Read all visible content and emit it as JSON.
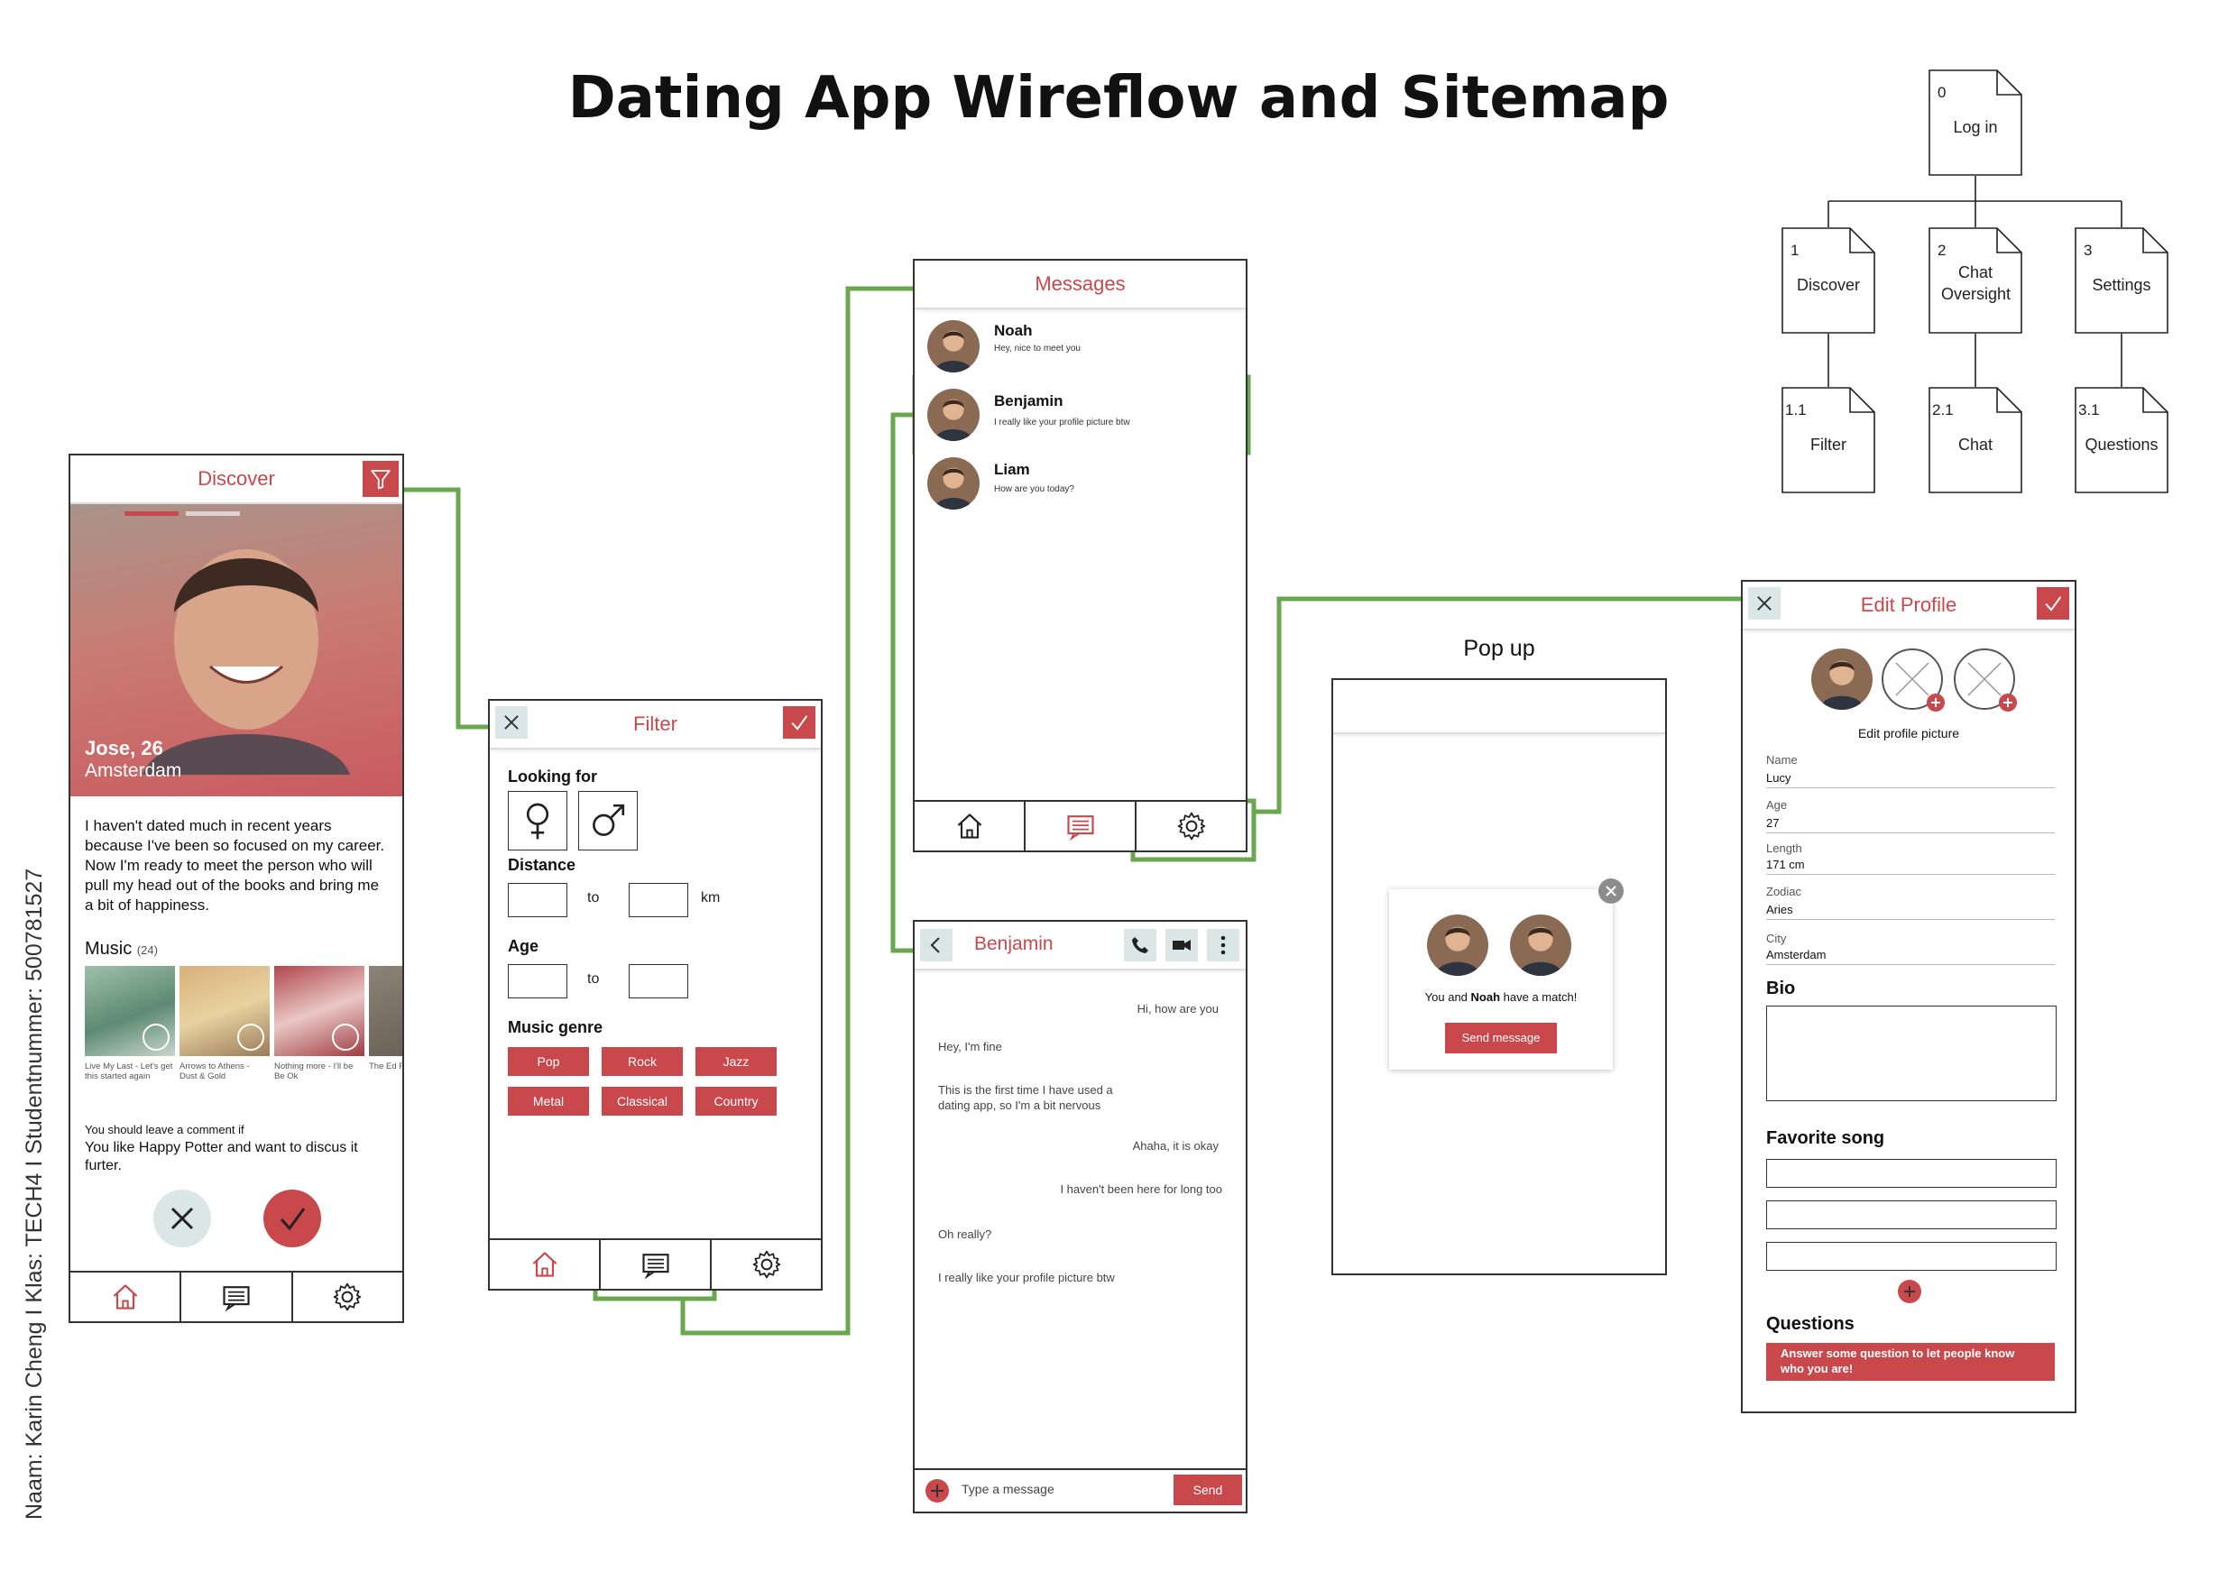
{
  "title": "Dating App Wireflow and Sitemap",
  "side_text": "Naam: Karin Cheng I Klas: TECH4 I Studentnummer: 500781527",
  "colors": {
    "accent": "#c9484c",
    "flow_line": "#6aa84f",
    "grey_button": "#dbe6e6"
  },
  "discover": {
    "title": "Discover",
    "name": "Jose, 26",
    "city": "Amsterdam",
    "bio": "I haven't dated much in recent years because I've been so focused on my career. Now I'm ready to meet the person who will pull my head out of the books and bring me a bit of happiness.",
    "music_label": "Music",
    "music_count": "(24)",
    "songs": [
      "Live My Last - Let's get this started again",
      "Arrows to Athens - Dust & Gold",
      "Nothing more - I'll be Be Ok",
      "The Ed Fumes"
    ],
    "comment_hint": "You should leave a comment if",
    "comment_text": "You like Happy Potter and want to discus it furter."
  },
  "filter": {
    "title": "Filter",
    "looking_for": "Looking for",
    "distance": "Distance",
    "to": "to",
    "km": "km",
    "age": "Age",
    "music_genre": "Music genre",
    "genres": [
      "Pop",
      "Rock",
      "Jazz",
      "Metal",
      "Classical",
      "Country"
    ]
  },
  "messages": {
    "title": "Messages",
    "items": [
      {
        "name": "Noah",
        "preview": "Hey, nice to meet you"
      },
      {
        "name": "Benjamin",
        "preview": "I really like your profile picture btw"
      },
      {
        "name": "Liam",
        "preview": "How are you today?"
      }
    ]
  },
  "chat": {
    "name": "Benjamin",
    "lines": [
      "Hi, how are you",
      "Hey, I'm fine",
      "This is the first time I have used a dating app, so I'm a bit nervous",
      "Ahaha, it is okay",
      "I haven't been here for long too",
      "Oh really?",
      "I really like your profile picture btw"
    ],
    "placeholder": "Type a message",
    "send": "Send"
  },
  "popup": {
    "label": "Pop up",
    "match_prefix": "You and ",
    "match_name": "Noah",
    "match_suffix": " have a match!",
    "button": "Send message"
  },
  "edit_profile": {
    "title": "Edit Profile",
    "edit_picture": "Edit profile picture",
    "fields": [
      {
        "label": "Name",
        "value": "Lucy"
      },
      {
        "label": "Age",
        "value": "27"
      },
      {
        "label": "Length",
        "value": "171 cm"
      },
      {
        "label": "Zodiac",
        "value": "Aries"
      },
      {
        "label": "City",
        "value": "Amsterdam"
      }
    ],
    "bio": "Bio",
    "favorite_song": "Favorite song",
    "questions": "Questions",
    "questions_button": "Answer some question to let people know who you are!"
  },
  "sitemap": {
    "root": {
      "num": "0",
      "label": "Log in"
    },
    "level1": [
      {
        "num": "1",
        "label": "Discover"
      },
      {
        "num": "2",
        "label": "Chat Oversight"
      },
      {
        "num": "3",
        "label": "Settings"
      }
    ],
    "level2": [
      {
        "num": "1.1",
        "label": "Filter"
      },
      {
        "num": "2.1",
        "label": "Chat"
      },
      {
        "num": "3.1",
        "label": "Questions"
      }
    ]
  }
}
